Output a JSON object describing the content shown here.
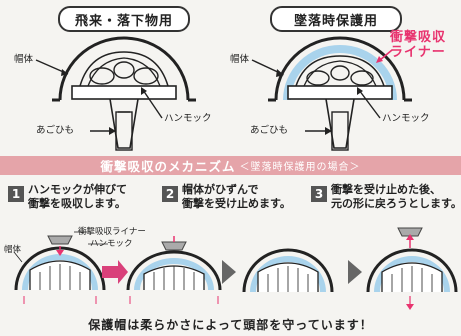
{
  "top_left": {
    "title": "飛来・落下物用",
    "label_shell": "帽体",
    "label_chinstrap": "あごひも",
    "label_hammock": "ハンモック"
  },
  "top_right": {
    "title": "墜落時保護用",
    "label_shell": "帽体",
    "label_liner": "衝撃吸収\nライナー",
    "label_chinstrap": "あごひも",
    "label_hammock": "ハンモック"
  },
  "mechanism": {
    "banner": "衝撃吸収のメカニズム",
    "banner_sub": "＜墜落時保護用の場合＞",
    "steps": [
      {
        "num": "1",
        "line1": "ハンモックが伸びて",
        "line2": "衝撃を吸収します。"
      },
      {
        "num": "2",
        "line1": "帽体がひずんで",
        "line2": "衝撃を受け止めます。"
      },
      {
        "num": "3",
        "line1": "衝撃を受け止めた後、",
        "line2": "元の形に戻ろうとします。"
      }
    ],
    "diagram_labels": {
      "shell": "帽体",
      "liner": "衝撃吸収ライナー",
      "hammock": "ハンモック"
    }
  },
  "footer": "保護帽は柔らかさによって頭部を守っています！",
  "colors": {
    "banner": "#e5a4a9",
    "liner": "#a9d3ec",
    "accent": "#e8336f",
    "arrow_pink": "#d9407a"
  }
}
